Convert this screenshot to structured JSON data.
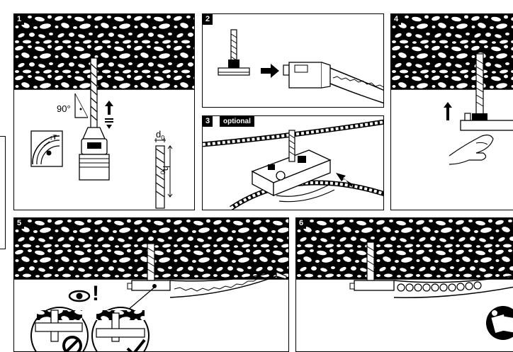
{
  "panels": {
    "p1": {
      "number": "1",
      "angle_label": "90°",
      "diameter_label": "d",
      "diameter_sub": "0",
      "depth_label": "h",
      "depth_sub": "0"
    },
    "p2": {
      "number": "2"
    },
    "p3": {
      "number": "3",
      "tag": "optional"
    },
    "p4": {
      "number": "4"
    },
    "p5": {
      "number": "5",
      "warning_mark": "!"
    },
    "p6": {
      "number": "6"
    }
  },
  "colors": {
    "ink": "#000000",
    "paper": "#ffffff"
  }
}
